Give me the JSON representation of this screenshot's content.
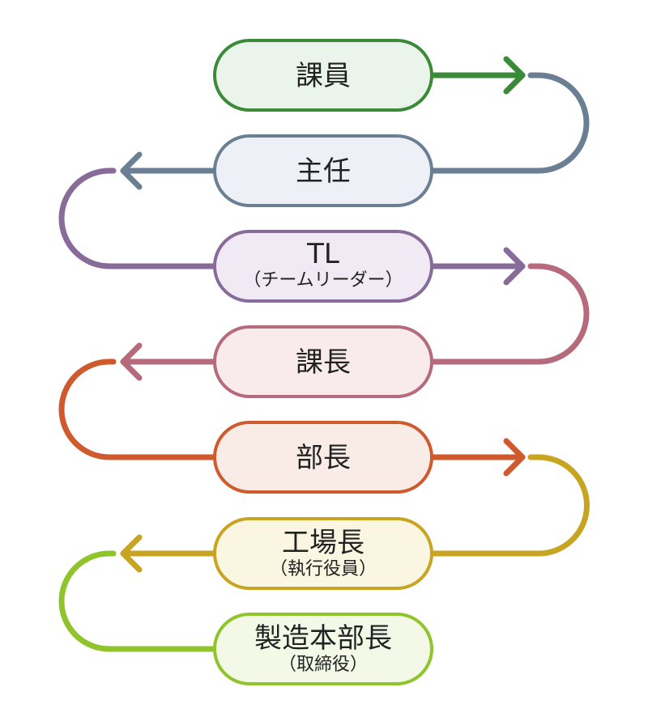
{
  "nodes": [
    {
      "label": "課員",
      "sub": "",
      "stroke": "#3a8a3a",
      "fill": "#eaf4ea"
    },
    {
      "label": "主任",
      "sub": "",
      "stroke": "#6a7f93",
      "fill": "#edf1f7"
    },
    {
      "label": "TL",
      "sub": "（チームリーダー）",
      "stroke": "#876b98",
      "fill": "#f1eaf5"
    },
    {
      "label": "課長",
      "sub": "",
      "stroke": "#b56b7c",
      "fill": "#f8eaed"
    },
    {
      "label": "部長",
      "sub": "",
      "stroke": "#cf5a2e",
      "fill": "#f9ece6"
    },
    {
      "label": "工場長",
      "sub": "（執行役員）",
      "stroke": "#c7a523",
      "fill": "#fbf6e1"
    },
    {
      "label": "製造本部長",
      "sub": "（取締役）",
      "stroke": "#8fc42c",
      "fill": "#f3f9e6"
    }
  ]
}
